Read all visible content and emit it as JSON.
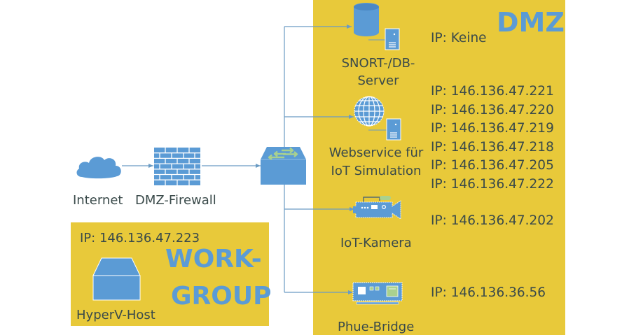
{
  "zones": {
    "dmz": {
      "title": "DMZ",
      "color": "#e8c93a"
    },
    "workgroup": {
      "title_line1": "WORK-",
      "title_line2": "GROUP",
      "color": "#e8c93a"
    }
  },
  "colors": {
    "icon_blue": "#5b9bd5",
    "accent_green": "#a9d18e",
    "wire": "#6a9bc3",
    "text": "#3a4a4a"
  },
  "nodes": {
    "internet": {
      "label": "Internet",
      "icon": "cloud-icon"
    },
    "firewall": {
      "label": "DMZ-Firewall",
      "icon": "firewall-icon"
    },
    "switch": {
      "label": "",
      "icon": "switch-icon"
    },
    "snort": {
      "label_line1": "SNORT-/DB-",
      "label_line2": "Server",
      "icon": "database-server-icon",
      "ips": [
        "IP: Keine"
      ]
    },
    "webservice": {
      "label_line1": "Webservice für",
      "label_line2": "IoT Simulation",
      "icon": "web-server-icon",
      "ips": [
        "IP: 146.136.47.221",
        "IP: 146.136.47.220",
        "IP: 146.136.47.219",
        "IP: 146.136.47.218",
        "IP: 146.136.47.205",
        "IP: 146.136.47.222"
      ]
    },
    "camera": {
      "label": "IoT-Kamera",
      "icon": "video-camera-icon",
      "ips": [
        "IP: 146.136.47.202"
      ]
    },
    "bridge": {
      "label": "Phue-Bridge",
      "icon": "bridge-device-icon",
      "ips": [
        "IP: 146.136.36.56"
      ]
    },
    "hyperv": {
      "label": "HyperV-Host",
      "icon": "host-box-icon",
      "ips": [
        "IP: 146.136.47.223"
      ]
    }
  }
}
